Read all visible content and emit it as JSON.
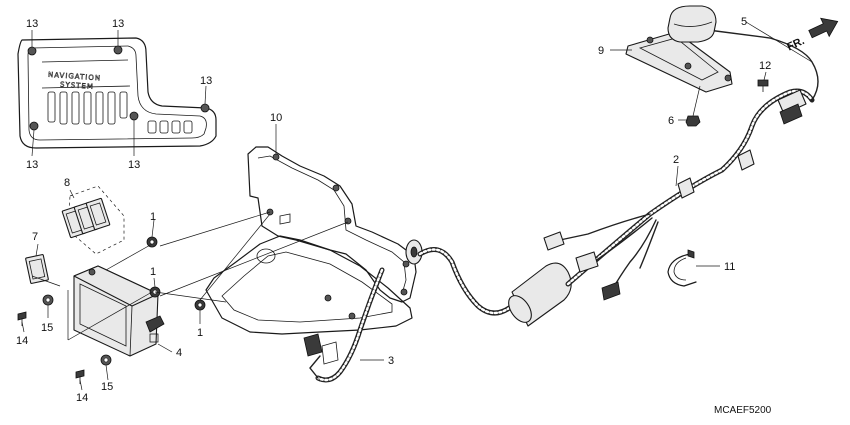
{
  "diagram_code": "MCAEF5200",
  "direction_label": "FR.",
  "emblem_text": {
    "line1": "NAVIGATION",
    "line2": "SYSTEM"
  },
  "callouts": {
    "c13a": "13",
    "c13b": "13",
    "c13c": "13",
    "c13d": "13",
    "c13e": "13",
    "c10": "10",
    "c8": "8",
    "c7": "7",
    "c1a": "1",
    "c1b": "1",
    "c1c": "1",
    "c15a": "15",
    "c15b": "15",
    "c14a": "14",
    "c14b": "14",
    "c4": "4",
    "c3": "3",
    "c2": "2",
    "c11": "11",
    "c5": "5",
    "c9": "9",
    "c12": "12",
    "c6": "6"
  }
}
